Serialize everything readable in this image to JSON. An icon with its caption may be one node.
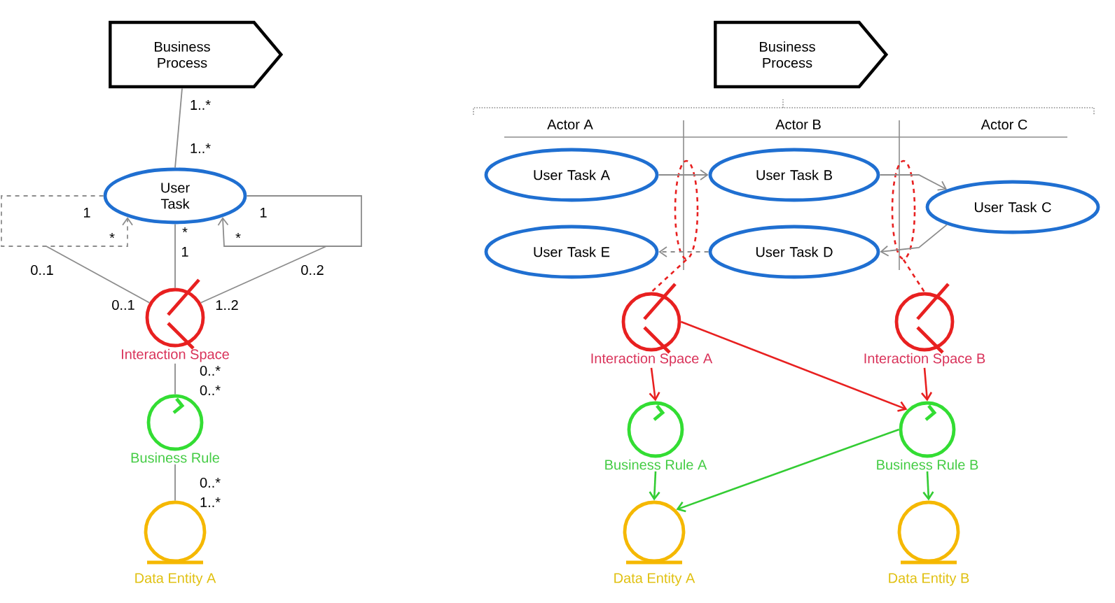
{
  "diagram": {
    "nodes": [
      {
        "text": [
          "Business Process"
        ]
      },
      {
        "text": [
          "User Task"
        ]
      },
      {
        "text": [
          "Interaction Space"
        ]
      },
      {
        "text": [
          "Business Rule"
        ]
      },
      {
        "text": [
          "Data Entity A"
        ]
      },
      {
        "text": [
          "Business Process"
        ]
      },
      {
        "text": [
          "User Task A"
        ]
      },
      {
        "text": [
          "User Task B"
        ]
      },
      {
        "text": [
          "User Task C"
        ]
      },
      {
        "text": [
          "User Task E"
        ]
      },
      {
        "text": [
          "User Task D"
        ]
      },
      {
        "text": [],
        "shape": "ellipse"
      },
      {
        "text": [],
        "shape": "ellipse"
      },
      {
        "text": [
          "Interaction Space A"
        ]
      },
      {
        "text": [
          "Interaction Space B"
        ]
      },
      {
        "text": [
          "Business Rule A"
        ]
      },
      {
        "text": [
          "Business Rule B"
        ]
      },
      {
        "text": [
          "Data Entity A"
        ]
      },
      {
        "text": [
          "Data Entity B"
        ]
      }
    ],
    "edges": [
      {
        "from": 0,
        "to": 1,
        "arrow": "none"
      },
      {
        "from": 1,
        "to": 1,
        "arrow": "to",
        "style": "dashed"
      },
      {
        "from": 1,
        "to": 1,
        "arrow": "to"
      },
      {
        "from": 2,
        "to": 1,
        "arrow": "none"
      },
      {
        "from": 2,
        "to": null,
        "arrow": "none"
      },
      {
        "from": 2,
        "to": null,
        "arrow": "none"
      },
      {
        "from": 2,
        "to": 3,
        "arrow": "none"
      },
      {
        "from": 3,
        "to": 4,
        "arrow": "none"
      },
      {
        "from": 6,
        "to": 7,
        "arrow": "to"
      },
      {
        "from": 7,
        "to": 8,
        "arrow": "to"
      },
      {
        "from": 8,
        "to": 10,
        "arrow": "to"
      },
      {
        "from": 10,
        "to": 9,
        "arrow": "to",
        "style": "dashed"
      },
      {
        "from": 11,
        "to": 13,
        "arrow": "none",
        "style": "dashed",
        "color": "#e82020"
      },
      {
        "from": 12,
        "to": 14,
        "arrow": "none",
        "style": "dashed",
        "color": "#e82020"
      },
      {
        "from": 13,
        "to": 15,
        "arrow": "to",
        "color": "#e82020"
      },
      {
        "from": 13,
        "to": 16,
        "arrow": "to",
        "color": "#e82020"
      },
      {
        "from": 14,
        "to": 16,
        "arrow": "to",
        "color": "#e82020"
      },
      {
        "from": 15,
        "to": 17,
        "arrow": "to",
        "color": "#33cc33"
      },
      {
        "from": 16,
        "to": 17,
        "arrow": "to",
        "color": "#33cc33"
      },
      {
        "from": 16,
        "to": 18,
        "arrow": "to",
        "color": "#33cc33"
      }
    ],
    "labels": [
      "1..*",
      "1..*",
      "1",
      "1",
      "*",
      "*",
      "*",
      "1",
      "0..1",
      "0..2",
      "0..1",
      "1..2",
      "0..*",
      "0..*",
      "0..*",
      "1..*",
      "Actor A",
      "Actor B",
      "Actor C"
    ]
  }
}
